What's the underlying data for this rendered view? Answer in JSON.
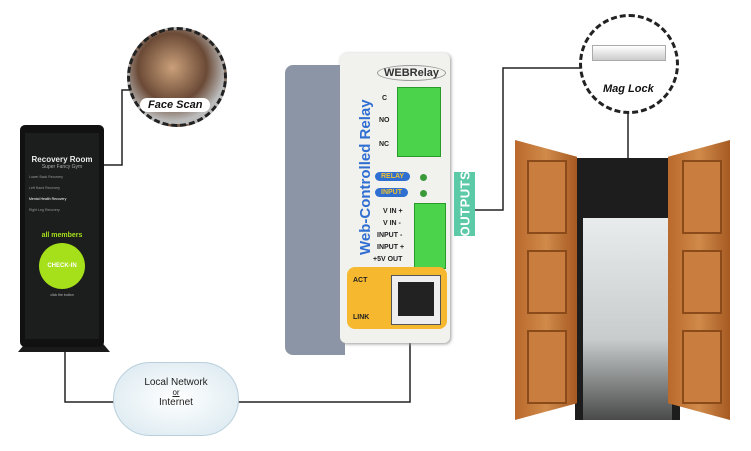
{
  "tablet": {
    "title": "Recovery Room",
    "subtitle": "Super Fancy Gym",
    "rows": [
      "Lower Back Recovery",
      "Left Hand Recovery",
      "Mental Health Recovery",
      "Right Leg Recovery"
    ],
    "members": "all members",
    "checkin": "CHECK-IN",
    "hint": "click the button"
  },
  "face_scan": {
    "label": "Face Scan"
  },
  "relay": {
    "brand": "WEBRelay",
    "title": "Web-Controlled Relay",
    "relay_terminals": [
      "C",
      "NO",
      "NC"
    ],
    "indicators": [
      "RELAY",
      "INPUT"
    ],
    "input_terminals": [
      "V IN +",
      "V IN -",
      "INPUT -",
      "INPUT +",
      "+5V OUT"
    ],
    "eth_leds": [
      "ACT",
      "LINK"
    ]
  },
  "outputs": {
    "label": "OUTPUTS"
  },
  "mag_lock": {
    "label": "Mag Lock"
  },
  "cloud": {
    "line1": "Local Network",
    "line2": "or",
    "line3": "Internet"
  },
  "colors": {
    "accent_green": "#a6e01a",
    "outputs": "#5cc9a7",
    "relay_blue": "#2f6fd1",
    "eth_orange": "#f5b82e"
  }
}
